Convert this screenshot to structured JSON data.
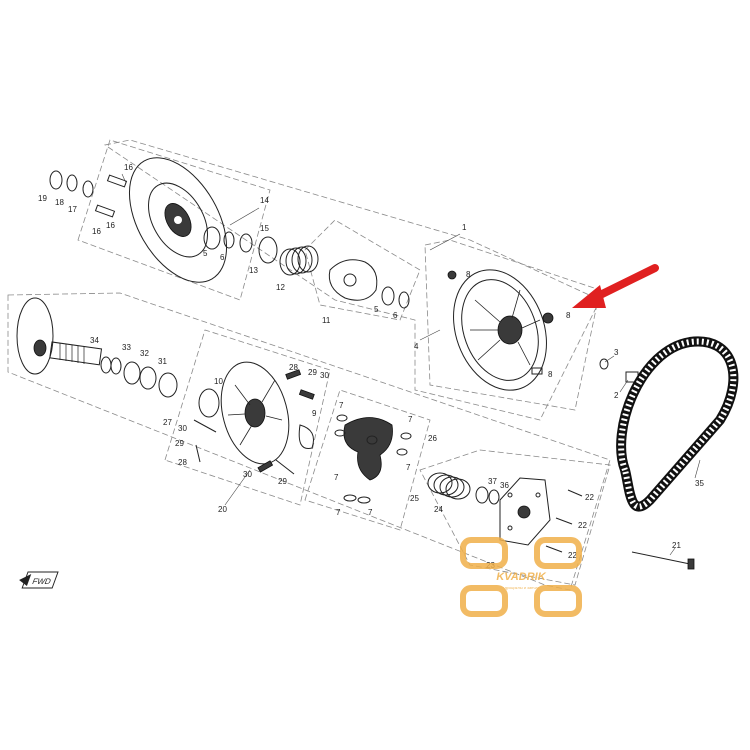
{
  "diagram": {
    "callouts": [
      {
        "id": "c16a",
        "label": "16"
      },
      {
        "id": "c19",
        "label": "19"
      },
      {
        "id": "c18",
        "label": "18"
      },
      {
        "id": "c17",
        "label": "17"
      },
      {
        "id": "c16b",
        "label": "16"
      },
      {
        "id": "c16c",
        "label": "16"
      },
      {
        "id": "c14",
        "label": "14"
      },
      {
        "id": "c15",
        "label": "15"
      },
      {
        "id": "c5a",
        "label": "5"
      },
      {
        "id": "c6a",
        "label": "6"
      },
      {
        "id": "c13",
        "label": "13"
      },
      {
        "id": "c12",
        "label": "12"
      },
      {
        "id": "c11",
        "label": "11"
      },
      {
        "id": "c5b",
        "label": "5"
      },
      {
        "id": "c6b",
        "label": "6"
      },
      {
        "id": "c1",
        "label": "1"
      },
      {
        "id": "c8a",
        "label": "8"
      },
      {
        "id": "c8b",
        "label": "8"
      },
      {
        "id": "c8c",
        "label": "8"
      },
      {
        "id": "c4",
        "label": "4"
      },
      {
        "id": "c3",
        "label": "3"
      },
      {
        "id": "c2",
        "label": "2"
      },
      {
        "id": "c34",
        "label": "34"
      },
      {
        "id": "c33",
        "label": "33"
      },
      {
        "id": "c32",
        "label": "32"
      },
      {
        "id": "c31",
        "label": "31"
      },
      {
        "id": "c10",
        "label": "10"
      },
      {
        "id": "c28a",
        "label": "28"
      },
      {
        "id": "c29a",
        "label": "29"
      },
      {
        "id": "c30a",
        "label": "30"
      },
      {
        "id": "c9",
        "label": "9"
      },
      {
        "id": "c27",
        "label": "27"
      },
      {
        "id": "c30b",
        "label": "30"
      },
      {
        "id": "c29b",
        "label": "29"
      },
      {
        "id": "c28b",
        "label": "28"
      },
      {
        "id": "c30c",
        "label": "30"
      },
      {
        "id": "c29c",
        "label": "29"
      },
      {
        "id": "c20",
        "label": "20"
      },
      {
        "id": "c7a",
        "label": "7"
      },
      {
        "id": "c7b",
        "label": "7"
      },
      {
        "id": "c26",
        "label": "26"
      },
      {
        "id": "c7c",
        "label": "7"
      },
      {
        "id": "c7d",
        "label": "7"
      },
      {
        "id": "c7e",
        "label": "7"
      },
      {
        "id": "c7f",
        "label": "7"
      },
      {
        "id": "c37",
        "label": "37"
      },
      {
        "id": "c36",
        "label": "36"
      },
      {
        "id": "c25",
        "label": "25"
      },
      {
        "id": "c24",
        "label": "24"
      },
      {
        "id": "c22a",
        "label": "22"
      },
      {
        "id": "c22b",
        "label": "22"
      },
      {
        "id": "c22c",
        "label": "22"
      },
      {
        "id": "c23",
        "label": "23"
      },
      {
        "id": "c35",
        "label": "35"
      },
      {
        "id": "c21",
        "label": "21"
      }
    ],
    "pointer_arrow_color": "#e02020",
    "watermark": {
      "brand": "KVADRIK",
      "tagline": "квадроциклы и запчасти",
      "color": "#f0b04a"
    },
    "orientation_badge": "FWD"
  }
}
